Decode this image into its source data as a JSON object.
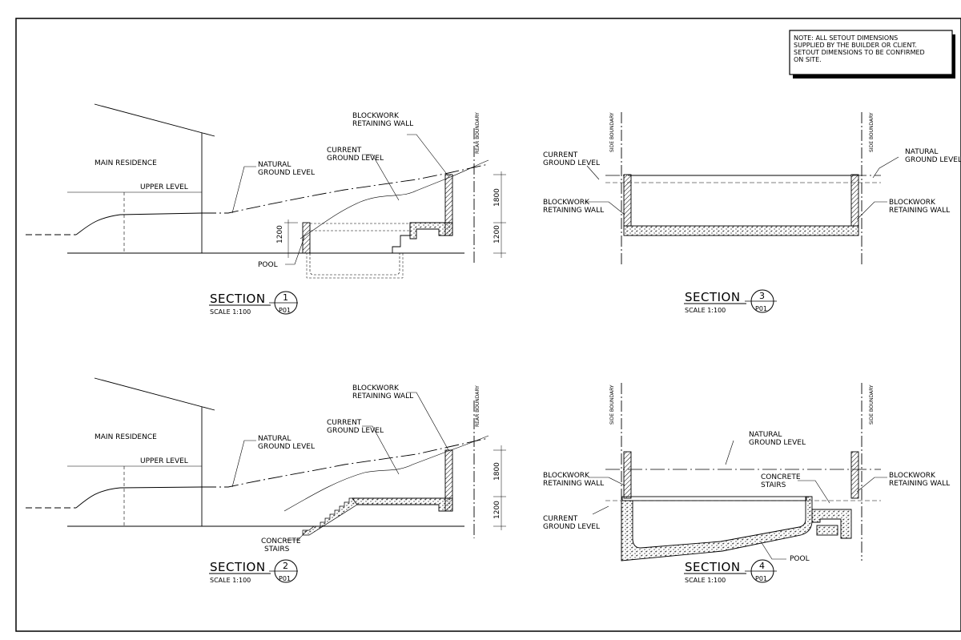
{
  "note": {
    "lines": [
      "NOTE: ALL SETOUT DIMENSIONS",
      "SUPPLIED BY THE BUILDER OR CLIENT.",
      "SETOUT DIMENSIONS TO BE CONFIRMED",
      "ON SITE."
    ]
  },
  "labels": {
    "main_residence": "MAIN RESIDENCE",
    "upper_level": "UPPER LEVEL",
    "natural_ground": [
      "NATURAL",
      "GROUND LEVEL"
    ],
    "current_ground": [
      "CURRENT",
      "GROUND LEVEL"
    ],
    "blockwork_wall": [
      "BLOCKWORK",
      "RETAINING WALL"
    ],
    "pool": "POOL",
    "concrete_stairs": [
      "CONCRETE",
      "STAIRS"
    ],
    "rear_boundary": "REAR BOUNDARY",
    "side_boundary": "SIDE BOUNDARY",
    "dim_1800": "1800",
    "dim_1200": "1200"
  },
  "sections": [
    {
      "title": "SECTION",
      "number": "1",
      "sheet": "P01",
      "scale": "SCALE  1:100"
    },
    {
      "title": "SECTION",
      "number": "2",
      "sheet": "P01",
      "scale": "SCALE  1:100"
    },
    {
      "title": "SECTION",
      "number": "3",
      "sheet": "P01",
      "scale": "SCALE  1:100"
    },
    {
      "title": "SECTION",
      "number": "4",
      "sheet": "P01",
      "scale": "SCALE  1:100"
    }
  ]
}
